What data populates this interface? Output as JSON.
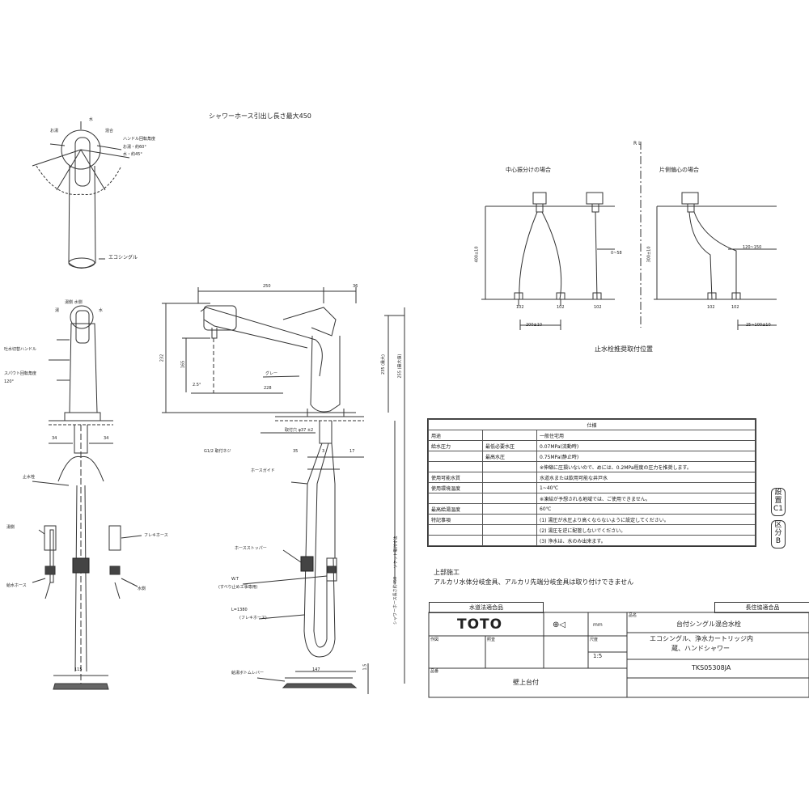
{
  "drawing": {
    "hose_title": "シャワーホース引出し長さ最大450",
    "top_view": {
      "label_eco": "エコシングル",
      "handle_angle_note": "ハンドル回転角度",
      "angle_hot": "お湯・約60°",
      "angle_cold": "水・約45°",
      "top_dim": "水",
      "left_hot": "お湯",
      "left_water": "混合"
    },
    "front_view": {
      "water_hot_marks": "湯側  水側",
      "hot": "湯",
      "water": "水",
      "lever_label": "吐水切替ハンドル",
      "spout_rotation": "スパウト回転角度",
      "spout_angle": "120°",
      "left_dim": "34",
      "right_dim": "34",
      "stop_valve": "止水栓",
      "hot_left": "湯側",
      "water_right": "水側",
      "flex_left": "給水ホース",
      "flex_right": "フレキホース",
      "bottom_dim": "115"
    },
    "side_view": {
      "dim_top_total": "250",
      "dim_top_right": "36",
      "dim_height_left": "232",
      "dim_height_inner": "165",
      "dim_reach": "228",
      "dim_vertical_a": "235 (最大)",
      "dim_vertical_b": "255 (最大値)",
      "dim_gray": "グレー",
      "dim_angle": "2.5°",
      "note_thread": "G1/2 取付ネジ",
      "note_hole": "取付穴 φ37 ±2",
      "dim_3": "3",
      "dim_35": "35",
      "dim_17": "17",
      "hose_guide": "ホースガイド",
      "hose_stopper": "ホースストッパー",
      "note_w": "W.T",
      "note_w2": "(すべり止め工事専用)",
      "hose_length": "L=1380",
      "hose_length_note": "(フレキホース)",
      "shower_hose_len": "シャワーホース長さ約450",
      "faucet_dim": "ソケット取付寸法",
      "base_label": "給湯ボトムレバー",
      "base_dim": "147",
      "base_dim2": "1.5"
    },
    "rl": {
      "label": "R L",
      "center_title": "中心振分けの場合",
      "side_title": "片側偏心の場合",
      "dim_vert_left": "400±10",
      "dim_vert_right": "300±10",
      "dim_tolerance": "0~58",
      "dim_right": "120~150",
      "dim_bottom_left": "200±10",
      "dim_bottom_right": "25~100±10",
      "dim_small1": "102",
      "dim_small2": "102",
      "dim_small3": "102",
      "dim_small4": "102",
      "dim_small5": "102",
      "caption": "止水栓推奨取付位置"
    },
    "spec": {
      "header": "仕様",
      "rows": [
        {
          "c1": "用途",
          "c2": "",
          "c3": "一般住宅用"
        },
        {
          "c1": "給水圧力",
          "c2": "最低必要水圧",
          "c3": "0.07MPa(流動時)"
        },
        {
          "c1": "",
          "c2": "最高水圧",
          "c3": "0.75MPa(静止時)"
        },
        {
          "c1": "",
          "c2": "",
          "c3": "※伸縮に圧損いないので、めには、0.2MPa程度の圧力を推奨します。"
        },
        {
          "c1": "使用可能水質",
          "c2": "",
          "c3": "水道水または飲用可能な井戸水"
        },
        {
          "c1": "使用環境温度",
          "c2": "",
          "c3": "1~40℃"
        },
        {
          "c1": "",
          "c2": "",
          "c3": "※凍結が予想される地域では、ご使用できません。"
        },
        {
          "c1": "最高給湯温度",
          "c2": "",
          "c3": "60℃"
        },
        {
          "c1": "特記事項",
          "c2": "",
          "c3": "(1) 湯圧が水圧より高くならないように設定してください。"
        },
        {
          "c1": "",
          "c2": "",
          "c3": "(2) 湯圧を逆に配管しないでください。"
        },
        {
          "c1": "",
          "c2": "",
          "c3": "(3) 浄水は、水のみ出来ます。"
        }
      ]
    },
    "seals": {
      "seal1_line1": "設置",
      "seal1_line2": "C1",
      "seal2_line1": "区分",
      "seal2_line2": "B"
    },
    "notes": {
      "upper_title": "上部施工",
      "upper_text": "アルカリ水体分岐金具、アルカリ先端分岐金具は取り付けできません"
    },
    "titleblock": {
      "tab_left": "水道法適合品",
      "tab_right": "長住協適合品",
      "brand": "TOTO",
      "symbol": "⊕◁",
      "unit": "mm",
      "scale": "1:5",
      "label_scale": "尺度",
      "label_draw": "作図",
      "label_check": "照査",
      "label_design": "品名",
      "label_no": "品番",
      "name1": "台付シングル混合水栓",
      "name2": "エコシングル、浄水カートリッジ内",
      "name3": "蔵、ハンドシャワー",
      "model": "TKS05308JA",
      "mount": "壁上台付"
    }
  }
}
